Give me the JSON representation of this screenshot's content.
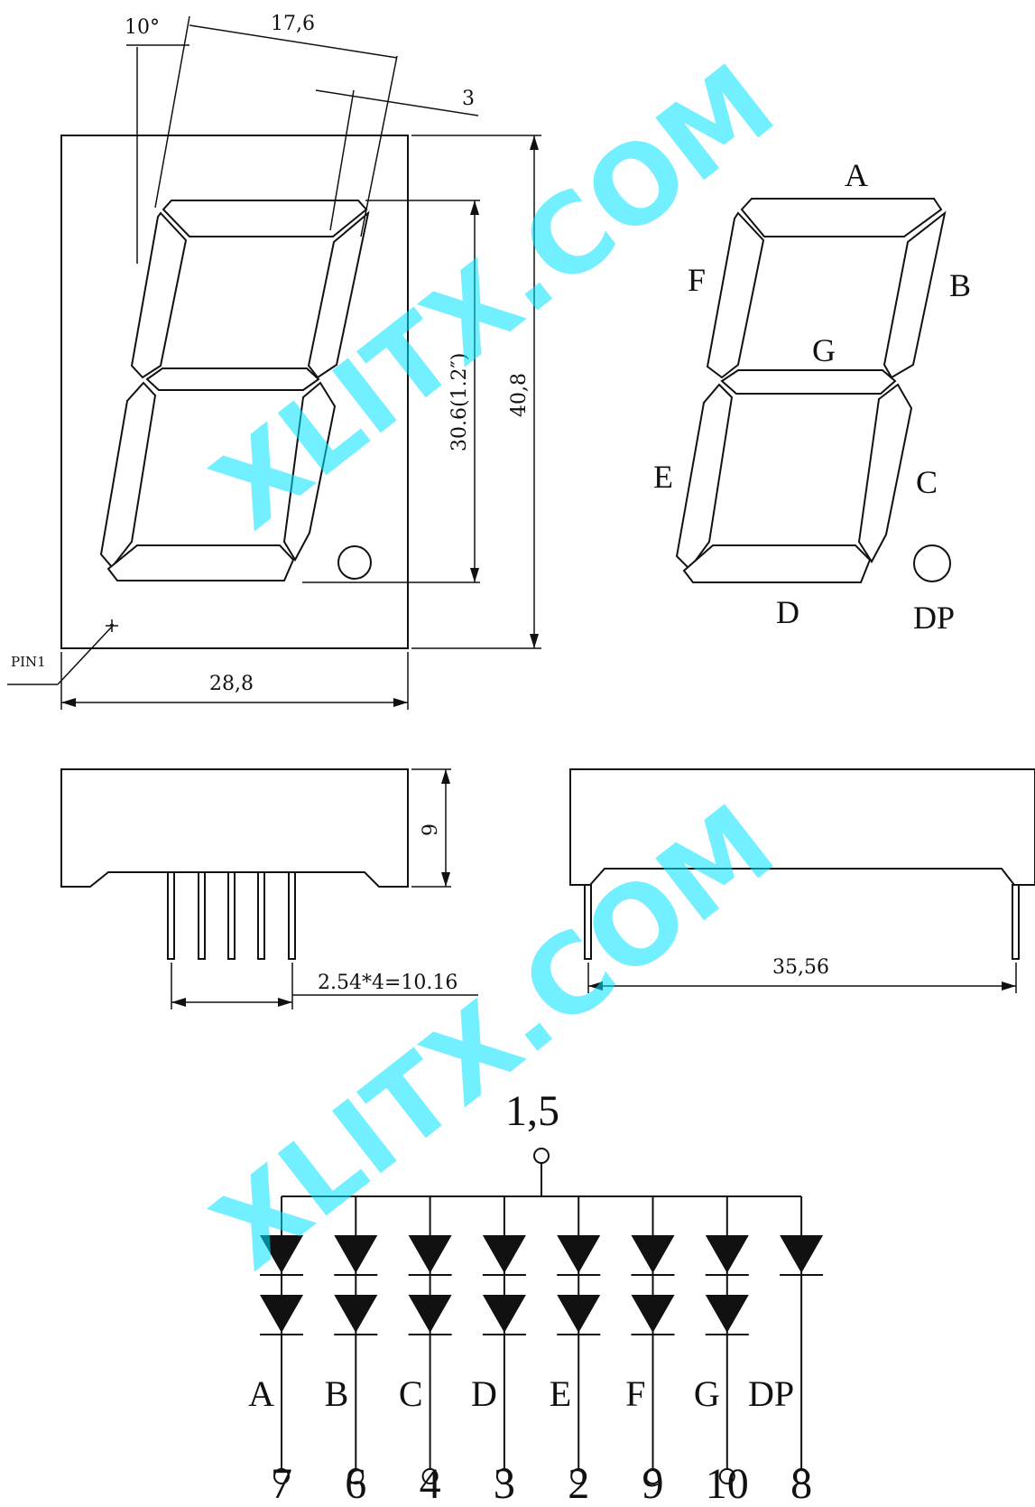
{
  "watermark": "XLITX.COM",
  "dimensions": {
    "tilt": "10°",
    "seg_width": "17,6",
    "seg_thickness": "3",
    "digit_height": "30.6(1.2″)",
    "body_height": "40,8",
    "body_width": "28,8",
    "depth": "9",
    "pin_pitch": "2.54*4=10.16",
    "pin_span": "35,56",
    "pin1_label": "PIN1"
  },
  "segment_labels": {
    "A": "A",
    "B": "B",
    "C": "C",
    "D": "D",
    "E": "E",
    "F": "F",
    "G": "G",
    "DP": "DP"
  },
  "schematic": {
    "common_pins": "1,5",
    "channels": [
      {
        "segment": "A",
        "pin": "7"
      },
      {
        "segment": "B",
        "pin": "6"
      },
      {
        "segment": "C",
        "pin": "4"
      },
      {
        "segment": "D",
        "pin": "3"
      },
      {
        "segment": "E",
        "pin": "2"
      },
      {
        "segment": "F",
        "pin": "9"
      },
      {
        "segment": "G",
        "pin": "10"
      },
      {
        "segment": "DP",
        "pin": "8"
      }
    ]
  }
}
